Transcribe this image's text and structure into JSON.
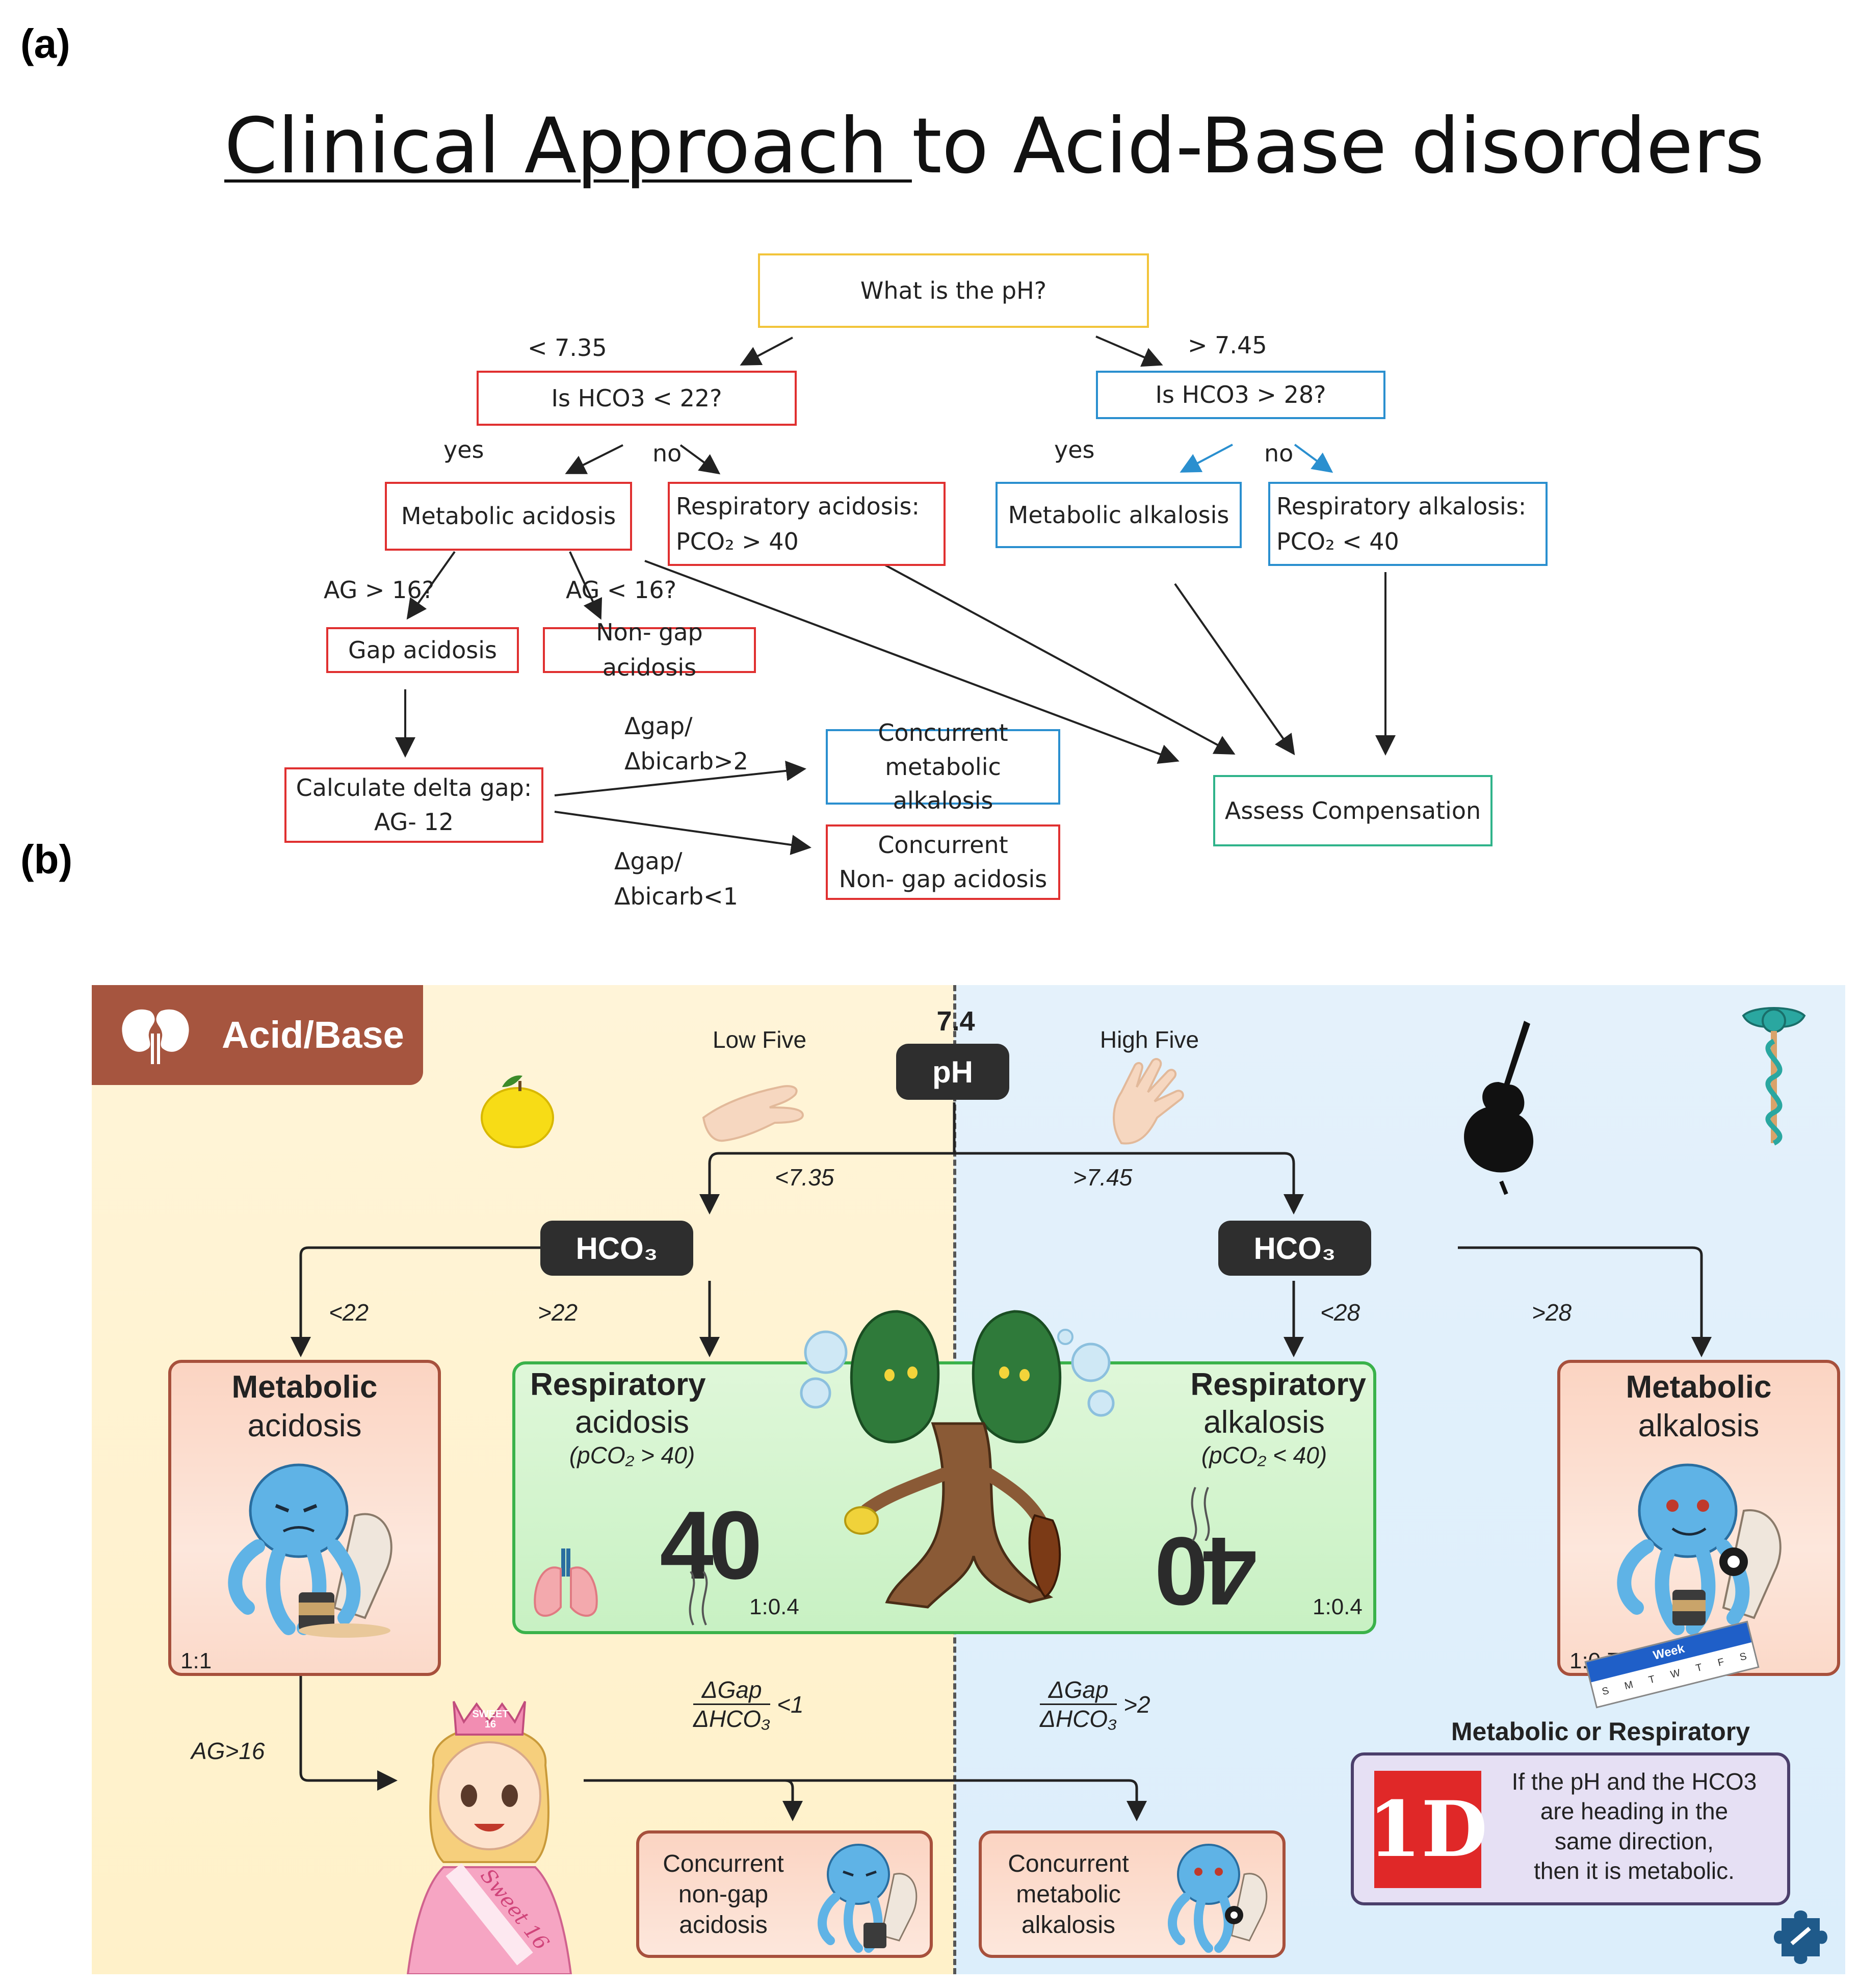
{
  "panel_a": {
    "label": "(a)",
    "title_underlined": "Clinical Approach ",
    "title_rest": "to Acid-Base disorders",
    "nodes": {
      "ph": "What is the pH?",
      "hco3_low": "Is HCO3 < 22?",
      "hco3_high": "Is HCO3 > 28?",
      "met_acid": "Metabolic acidosis",
      "resp_acid_1": "Respiratory acidosis:",
      "resp_acid_2": "PCO₂ > 40",
      "met_alk": "Metabolic alkalosis",
      "resp_alk_1": "Respiratory alkalosis:",
      "resp_alk_2": "PCO₂ < 40",
      "gap_acid": "Gap acidosis",
      "nongap_acid": "Non- gap acidosis",
      "delta_1": "Calculate delta gap:",
      "delta_2": "AG- 12",
      "conc_alk_1": "Concurrent",
      "conc_alk_2": "metabolic alkalosis",
      "conc_ng_1": "Concurrent",
      "conc_ng_2": "Non- gap acidosis",
      "assess": "Assess Compensation"
    },
    "edge_labels": {
      "low": "< 7.35",
      "high": "> 7.45",
      "yes_l": "yes",
      "no_l": "no",
      "yes_r": "yes",
      "no_r": "no",
      "ag_high": "AG > 16?",
      "ag_low": "AG < 16?",
      "dgap_gt_1": "Δgap/",
      "dgap_gt_2": "Δbicarb>2",
      "dgap_lt_1": "Δgap/",
      "dgap_lt_2": "Δbicarb<1"
    }
  },
  "panel_b": {
    "label": "(b)",
    "banner": "Acid/Base",
    "ph_value": "7.4",
    "ph": "pH",
    "low_five": "Low Five",
    "high_five": "High Five",
    "lt735": "<7.35",
    "gt745": ">7.45",
    "hco3_left": "HCO₃",
    "hco3_right": "HCO₃",
    "lt22": "<22",
    "gt22": ">22",
    "lt28": "<28",
    "gt28": ">28",
    "met_acid": {
      "bold": "Metabolic",
      "rest": "acidosis",
      "ratio": "1:1"
    },
    "resp_acid": {
      "bold": "Respiratory",
      "rest": "acidosis",
      "sub": "(pCO₂ > 40)",
      "ratio": "1:0.4"
    },
    "resp_alk": {
      "bold": "Respiratory",
      "rest": "alkalosis",
      "sub": "(pCO₂ < 40)",
      "ratio": "1:0.4"
    },
    "met_alk": {
      "bold": "Metabolic",
      "rest": "alkalosis",
      "ratio": "1:0.7"
    },
    "big40": "40",
    "big04": "40",
    "ag16": "AG>16",
    "frac_lt": {
      "num": "ΔGap",
      "den": "ΔHCO₃",
      "cmp": "<1"
    },
    "frac_gt": {
      "num": "ΔGap",
      "den": "ΔHCO₃",
      "cmp": ">2"
    },
    "conc_ng": [
      "Concurrent",
      "non-gap",
      "acidosis"
    ],
    "conc_ma": [
      "Concurrent",
      "metabolic",
      "alkalosis"
    ],
    "crown_text": "SWEET 16",
    "sash_text": "Sweet 16",
    "week_text": "Week",
    "week_days": [
      "S",
      "M",
      "T",
      "W",
      "T",
      "F",
      "S"
    ],
    "info_title": "Metabolic or Respiratory",
    "info_logo": "1D",
    "info_text": [
      "If the pH and the HCO3",
      "are heading in the",
      "same direction,",
      "then it is metabolic."
    ]
  },
  "colors": {
    "red_box": "#e03030",
    "blue_box": "#2a8fcf",
    "yellow_box": "#f2c43a",
    "green_box": "#2fb38a",
    "banner": "#a6553f",
    "resp_border": "#3ab24a",
    "met_border": "#a7503c"
  }
}
